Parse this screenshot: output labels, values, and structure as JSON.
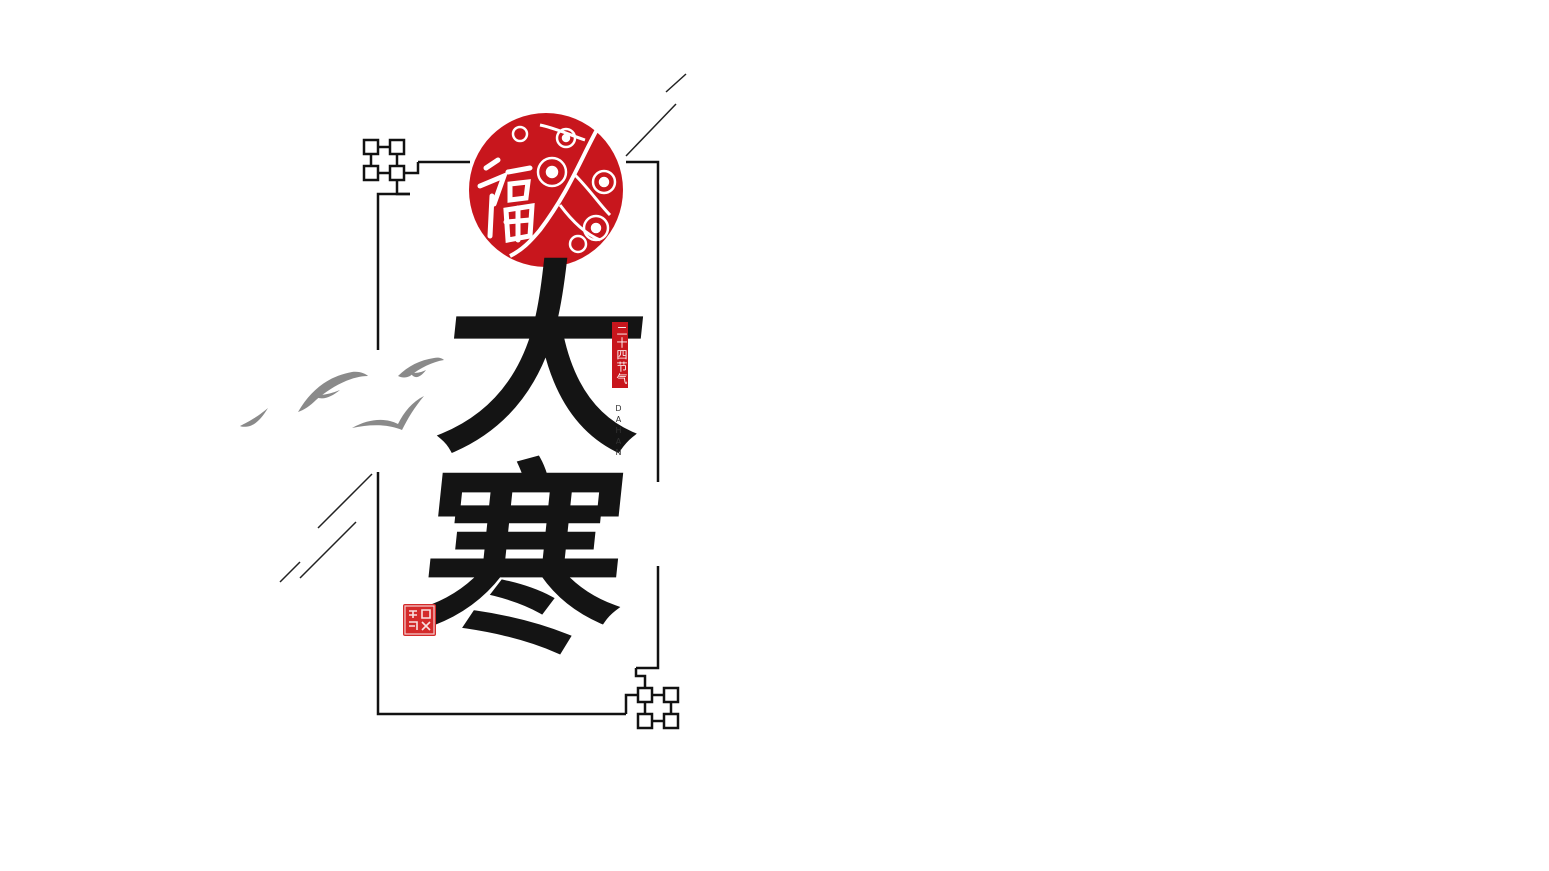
{
  "main_character_top": "大",
  "main_character_bottom": "寒",
  "vertical_label": "二十四节气",
  "pinyin": "DAHAN",
  "colors": {
    "ink": "#141414",
    "seal_red": "#c8161d",
    "frame": "#111111",
    "bird_gray": "#8a8a8a"
  },
  "icons": {
    "emblem": "plum-blossom-fu-icon",
    "seal": "red-seal-stamp-icon",
    "birds": "flying-birds-icon",
    "knots": "chinese-knot-corner-icon"
  }
}
